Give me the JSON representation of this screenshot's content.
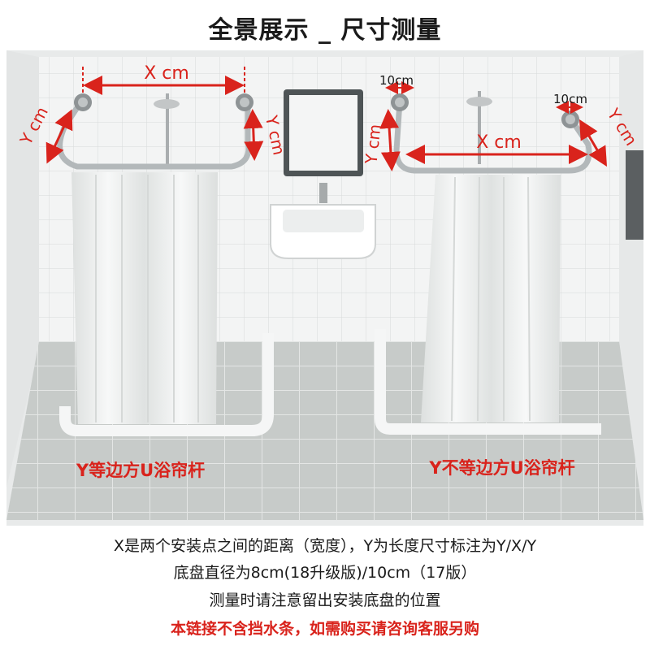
{
  "title": "全景展示 _ 尺寸测量",
  "left_rail": {
    "x_label": "X cm",
    "y_left_label": "Y cm",
    "y_right_label": "Y cm",
    "caption": "Y等边方U浴帘杆"
  },
  "right_rail": {
    "y_label": "Y cm",
    "plate_left_label": "10cm",
    "x_label": "X cm",
    "plate_right_label": "10cm",
    "y_right_label": "Y cm",
    "caption": "Y不等边方U浴帘杆"
  },
  "notes": {
    "line1": "X是两个安装点之间的距离（宽度），Y为长度尺寸标注为Y/X/Y",
    "line2": "底盘直径为8cm(18升级版)/10cm（17版）",
    "line3": "测量时请注意留出安装底盘的位置",
    "warning": "本链接不含挡水条，如需购买请咨询客服另购"
  },
  "colors": {
    "accent_red": "#d9231c",
    "wall": "#f1f2f2",
    "floor": "#c9ccca",
    "curtain": "#eef0ef",
    "rail": "#b9bdbf"
  }
}
